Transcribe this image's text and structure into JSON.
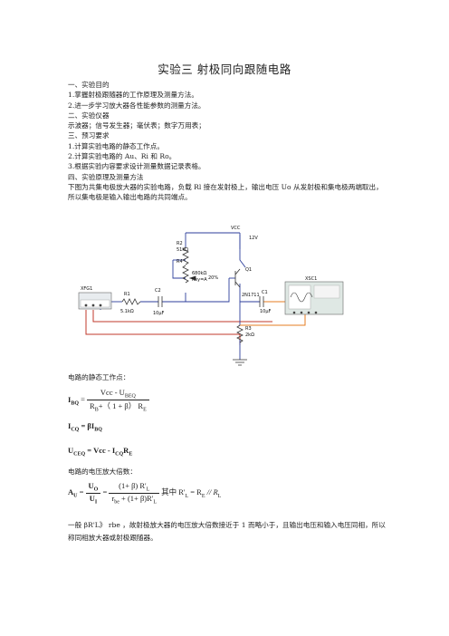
{
  "doc": {
    "title": "实验三  射极同向跟随电路",
    "sections": [
      "一、实验目的",
      "1.掌握射极跟随器的工作原理及测量方法。",
      "2.进一步学习放大器各性能参数的测量方法。",
      "二、实验仪器",
      "示波器；信号发生器；毫伏表；数字万用表；",
      "三、预习要求",
      "1.计算实验电路的静态工作点。",
      "2.计算实验电路的 Au、Ri 和 Ro。",
      "3.根据实验内容要求设计测量数据记录表格。",
      "四、实验原理及测量方法"
    ],
    "intro": "下图为共集电极放大器的实验电路，负载 Rl 接在发射极上，输出电压 Uo 从发射极和集电极两端取出，所以集电极是输入输出电路的共同端点。",
    "static_label": "电路的静态工作点：",
    "gain_label": "电路的电压放大倍数：",
    "conclusion": "一般 βR'L》 rbe ，故射极放大器的电压放大倍数接近于 1 而略小于，且输出电压和输入电压同相，所以称同相放大器或射极跟随器。"
  },
  "circuit": {
    "vcc_label": "VCC",
    "vcc_value": "12V",
    "r2_name": "R2",
    "r2_value": "51kΩ",
    "r4_name": "R4",
    "r4_value": "680kΩ",
    "r4_key": "Key=A",
    "r4_percent": "20%",
    "r1_name": "R1",
    "r1_value": "5.1kΩ",
    "c2_name": "C2",
    "c2_value": "10µF",
    "q1_name": "Q1",
    "q1_model": "2N1711",
    "c1_name": "C1",
    "c1_value": "10µF",
    "r3_name": "R3",
    "r3_value": "2kΩ",
    "xfg_label": "XFG1",
    "xsc_label": "XSC1"
  },
  "equations": {
    "ibq_lhs": "I",
    "ibq_lhs_sub": "BQ",
    "ibq_num": "Vcc - U",
    "ibq_num_sub": "BEQ",
    "ibq_den": "R",
    "ibq_den_sub": "B",
    "ibq_den_mid": "+（ 1 + β） R",
    "ibq_den_sub2": "E",
    "icq": "I",
    "icq_sub": "CQ",
    "icq_rhs": " = βI",
    "icq_rhs_sub": "BQ",
    "uceq": "U",
    "uceq_sub": "CEQ",
    "uceq_rhs": " = Vcc - I",
    "uceq_rhs_sub": "CQ",
    "uceq_rhs2": "R",
    "uceq_rhs2_sub": "E",
    "av": "A",
    "av_sub": "U",
    "av_frac1_num": "U",
    "av_frac1_num_sub": "O",
    "av_frac1_den": "U",
    "av_frac1_den_sub": "I",
    "av_frac2_num": "(1+ β) R'",
    "av_frac2_num_sub": "L",
    "av_frac2_den": "r",
    "av_frac2_den_sub": "be",
    "av_frac2_den2": " + (1+ β)R'",
    "av_frac2_den2_sub": "L",
    "av_where": " 其中 R'",
    "av_where_sub": "L",
    "av_where2": " = R",
    "av_where2_sub": "E",
    "av_where3": " // R",
    "av_where3_sub": "L"
  }
}
